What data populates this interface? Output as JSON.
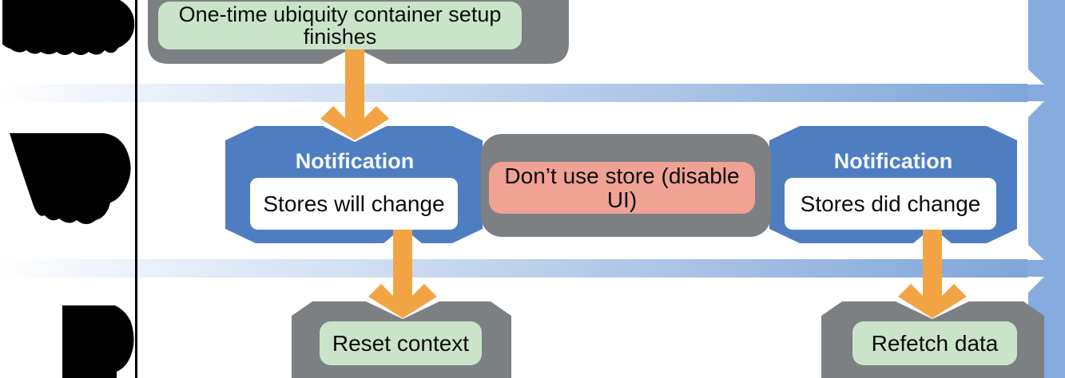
{
  "diagram": {
    "title_box": {
      "label": "One-time ubiquity container setup finishes"
    },
    "notification_left": {
      "title": "Notification",
      "label": "Stores will change"
    },
    "disable_box": {
      "label": "Don’t use store (disable UI)"
    },
    "notification_right": {
      "title": "Notification",
      "label": "Stores did change"
    },
    "reset_box": {
      "label": "Reset context"
    },
    "refetch_box": {
      "label": "Refetch data"
    },
    "colors": {
      "container_gray": "#7d8083",
      "notification_blue": "#4e7dc1",
      "timeline_blue": "#86abde",
      "band_gradient_end": "#7aa3d8",
      "arrow_orange": "#f2a445",
      "action_green": "#c9e4c9",
      "warning_salmon": "#f0a294",
      "lane_divider": "#000000"
    }
  }
}
